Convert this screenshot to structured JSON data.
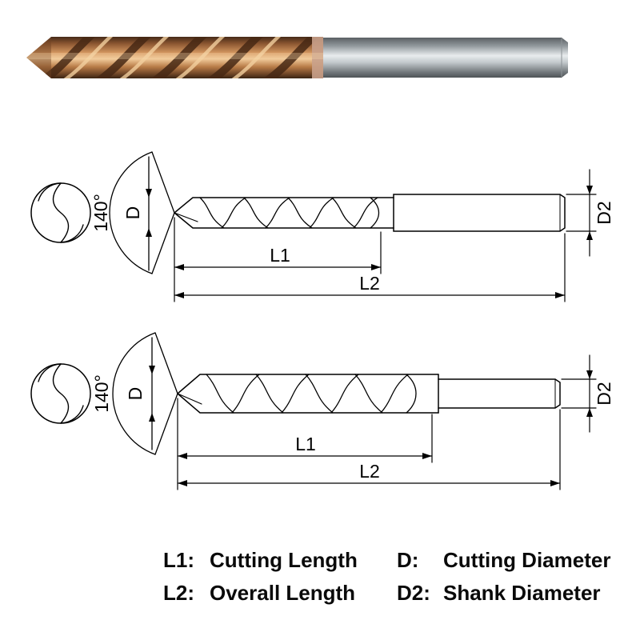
{
  "drawings": [
    {
      "angle": "140°",
      "d": "D",
      "d2": "D2",
      "l1": "L1",
      "l2": "L2"
    },
    {
      "angle": "140°",
      "d": "D",
      "d2": "D2",
      "l1": "L1",
      "l2": "L2"
    }
  ],
  "legend": {
    "items": [
      {
        "symbol": "L1:",
        "label": "Cutting Length"
      },
      {
        "symbol": "D:",
        "label": "Cutting Diameter"
      },
      {
        "symbol": "L2:",
        "label": "Overall Length"
      },
      {
        "symbol": "D2:",
        "label": "Shank Diameter"
      }
    ]
  },
  "colors": {
    "line": "#000000",
    "copper_flutes": "#b97c48",
    "steel_shank": "#b9bec2"
  }
}
